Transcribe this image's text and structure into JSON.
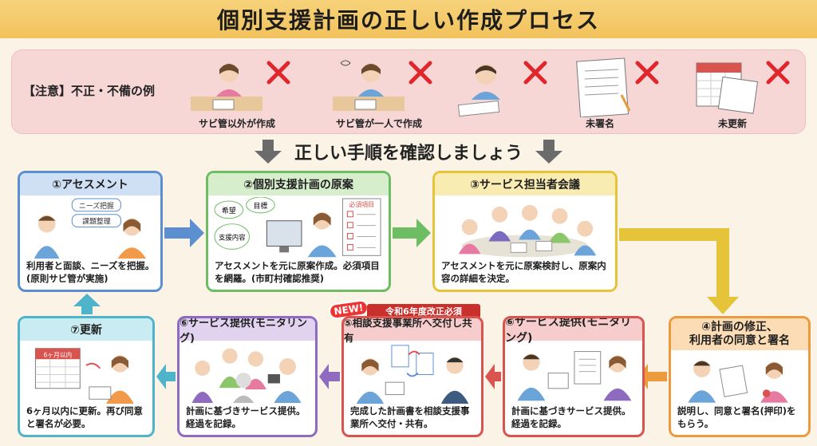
{
  "title": "個別支援計画の正しい作成プロセス",
  "warning": {
    "label": "【注意】不正・不備の例",
    "examples": [
      {
        "caption": "サビ管以外が作成"
      },
      {
        "caption": "サビ管が一人で作成"
      },
      {
        "caption": ""
      },
      {
        "caption": "未署名"
      },
      {
        "caption": "未更新"
      }
    ]
  },
  "subtitle": "正しい手順を確認しましょう",
  "steps": {
    "s1": {
      "title": "①アセスメント",
      "bubble1": "ニーズ把握",
      "bubble2": "課題整理",
      "desc": "利用者と面談、ニーズを把握。(原則サビ管が実施)"
    },
    "s2": {
      "title": "②個別支援計画の原案",
      "b1": "希望",
      "b2": "目標",
      "b3": "支援内容",
      "memo": "必須項目",
      "desc": "アセスメントを元に原案作成。必須項目を網羅。(市町村確認推奨)"
    },
    "s3": {
      "title": "③サービス担当者会議",
      "desc": "アセスメントを元に原案検討し、原案内容の詳細を決定。"
    },
    "s4": {
      "title1": "④計画の修正、",
      "title2": "利用者の同意と署名",
      "desc": "説明し、同意と署名(押印)をもらう。"
    },
    "s5": {
      "title": "⑥サービス提供(モニタリング)",
      "desc": "計画に基づきサービス提供。経過を記録。"
    },
    "s6": {
      "title": "⑤相談支援事業所へ交付し共有",
      "new": "NEW!",
      "reform": "令和6年度改正必須",
      "desc": "完成した計画書を相談支援事業所へ交付・共有。"
    },
    "s7": {
      "title": "⑥サービス提供(モニタリング)",
      "desc": "計画に基づきサービス提供。経過を記録。"
    },
    "s8": {
      "title": "⑦更新",
      "cal": "6ヶ月以内",
      "desc": "6ヶ月以内に更新。再び同意と署名が必要。"
    }
  },
  "colors": {
    "blue": "#5b8fd0",
    "green": "#6dbd62",
    "yellow": "#e6c43a",
    "orange": "#ec9a3e",
    "red": "#d9534f",
    "purple": "#8e6bbf",
    "teal": "#4fb3c9",
    "cross": "#e0262b"
  }
}
